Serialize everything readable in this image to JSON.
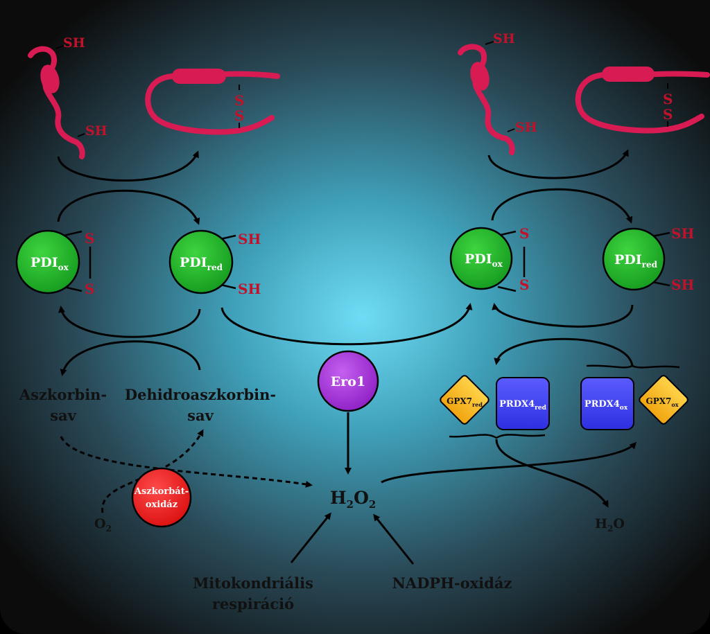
{
  "colors": {
    "background_center": "#6fd8f2",
    "background_edge": "#0a0a0a",
    "pdi": "#1fb02a",
    "ero1": "#a52fd4",
    "ascorbate_oxidase": "#ee1c1c",
    "prdx4": "#3b3ef0",
    "gpx7": "#f3b21f",
    "protein": "#d81b52",
    "thiol_text": "#c0122b"
  },
  "thiol": {
    "sh": "SH",
    "s": "S"
  },
  "left": {
    "pdi_ox": {
      "base": "PDI",
      "sub": "ox"
    },
    "pdi_red": {
      "base": "PDI",
      "sub": "red"
    }
  },
  "right": {
    "pdi_ox": {
      "base": "PDI",
      "sub": "ox"
    },
    "pdi_red": {
      "base": "PDI",
      "sub": "red"
    }
  },
  "ascorbic_acid": {
    "line1": "Aszkorbin-",
    "line2": "sav"
  },
  "dehydroascorbic_acid": {
    "line1": "Dehidroaszkorbin-",
    "line2": "sav"
  },
  "ascorbate_oxidase": {
    "line1": "Aszkorbát-",
    "line2": "oxidáz"
  },
  "o2": {
    "base": "O",
    "sub": "2"
  },
  "ero1": "Ero1",
  "h2o2": {
    "h": "H",
    "s1": "2",
    "o": "O",
    "s2": "2"
  },
  "h2o": {
    "h": "H",
    "s1": "2",
    "o": "O"
  },
  "mito": {
    "line1": "Mitokondriális",
    "line2": "respiráció"
  },
  "nadph": "NADPH-oxidáz",
  "gpx7_red": {
    "base": "GPX7",
    "sub": "red"
  },
  "prdx4_red": {
    "base": "PRDX4",
    "sub": "red"
  },
  "prdx4_ox": {
    "base": "PRDX4",
    "sub": "ox"
  },
  "gpx7_ox": {
    "base": "GPX7",
    "sub": "ox"
  }
}
